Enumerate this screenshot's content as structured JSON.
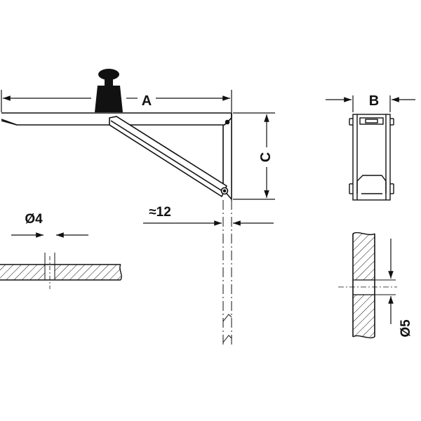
{
  "labels": {
    "dim_a": "A",
    "dim_b": "B",
    "dim_c": "C",
    "dim_offset": "≈12",
    "dia_4": "Ø4",
    "dia_5": "Ø5"
  },
  "colors": {
    "ink": "#111111",
    "paper": "#ffffff"
  }
}
